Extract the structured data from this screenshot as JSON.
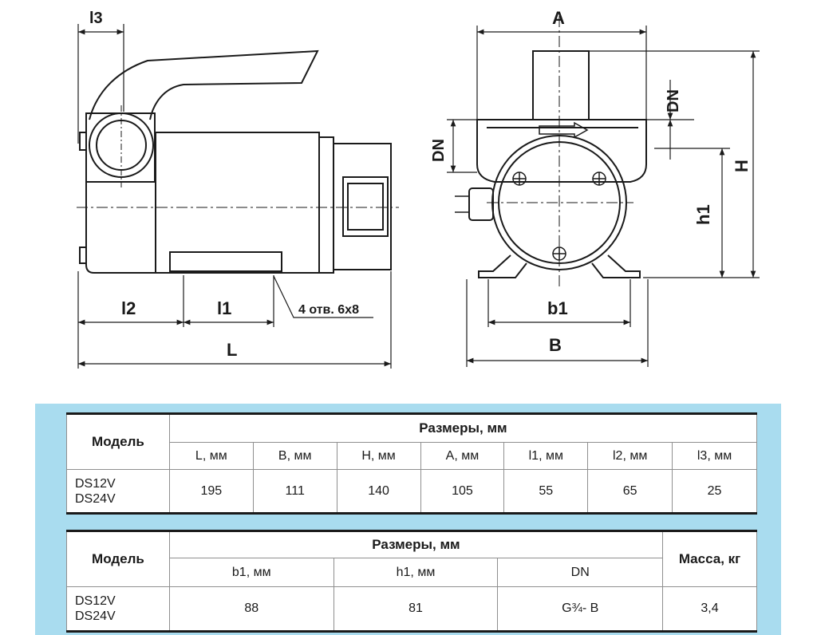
{
  "drawing": {
    "side_view_labels": {
      "l3": "l3",
      "l2": "l2",
      "l1": "l1",
      "L": "L",
      "holes": "4 отв. 6х8"
    },
    "front_view_labels": {
      "A": "A",
      "DN_left": "DN",
      "DN_right": "DN",
      "H": "H",
      "h1": "h1",
      "b1": "b1",
      "B": "B"
    }
  },
  "table1": {
    "model_header": "Модель",
    "group_header": "Размеры, мм",
    "columns": [
      "L, мм",
      "B, мм",
      "H, мм",
      "A, мм",
      "l1, мм",
      "l2, мм",
      "l3, мм"
    ],
    "models": [
      "DS12V",
      "DS24V"
    ],
    "values": [
      "195",
      "111",
      "140",
      "105",
      "55",
      "65",
      "25"
    ]
  },
  "table2": {
    "model_header": "Модель",
    "group_header": "Размеры, мм",
    "mass_header": "Масса, кг",
    "columns": [
      "b1, мм",
      "h1, мм",
      "DN"
    ],
    "models": [
      "DS12V",
      "DS24V"
    ],
    "values": [
      "88",
      "81",
      "G¾- B",
      "3,4"
    ]
  },
  "colors": {
    "panel": "#a9dcef",
    "line": "#1a1a1a"
  }
}
